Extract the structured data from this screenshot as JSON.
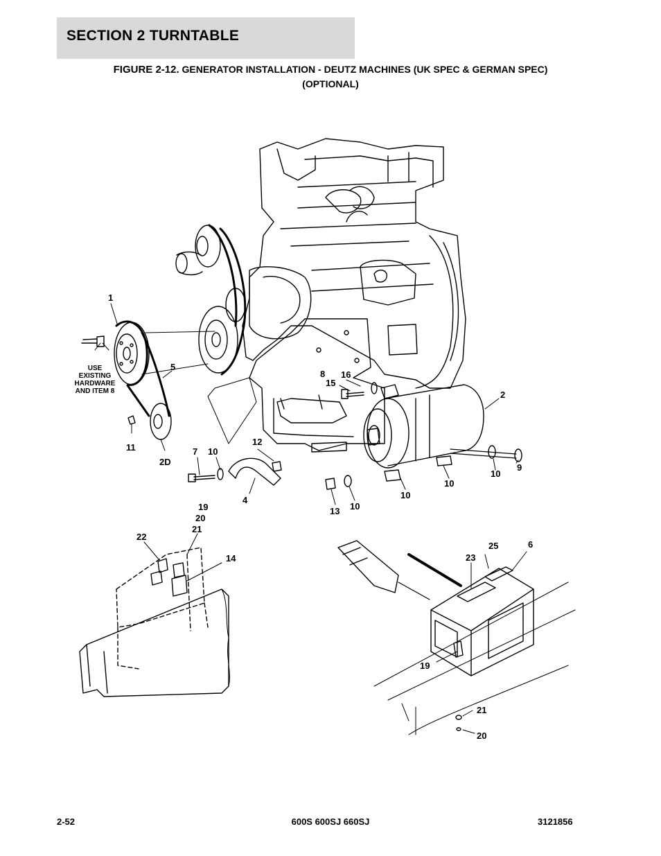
{
  "header": {
    "section": "SECTION 2   TURNTABLE",
    "figure_label": "FIGURE 2-12.",
    "figure_title": "GENERATOR INSTALLATION - DEUTZ MACHINES (UK SPEC & GERMAN SPEC)",
    "figure_title_2": "(OPTIONAL)"
  },
  "callouts": [
    "1",
    "5",
    "USE",
    "EXISTING",
    "HARDWARE",
    "AND ITEM 8",
    "11",
    "2D",
    "8",
    "16",
    "15",
    "2",
    "7",
    "10",
    "12",
    "4",
    "10",
    "9",
    "10",
    "10",
    "13",
    "10",
    "19",
    "20",
    "22",
    "21",
    "14",
    "25",
    "6",
    "23",
    "19",
    "21",
    "20"
  ],
  "footer": {
    "page": "2-52",
    "models": "600S 600SJ 660SJ",
    "doc_number": "3121856"
  }
}
